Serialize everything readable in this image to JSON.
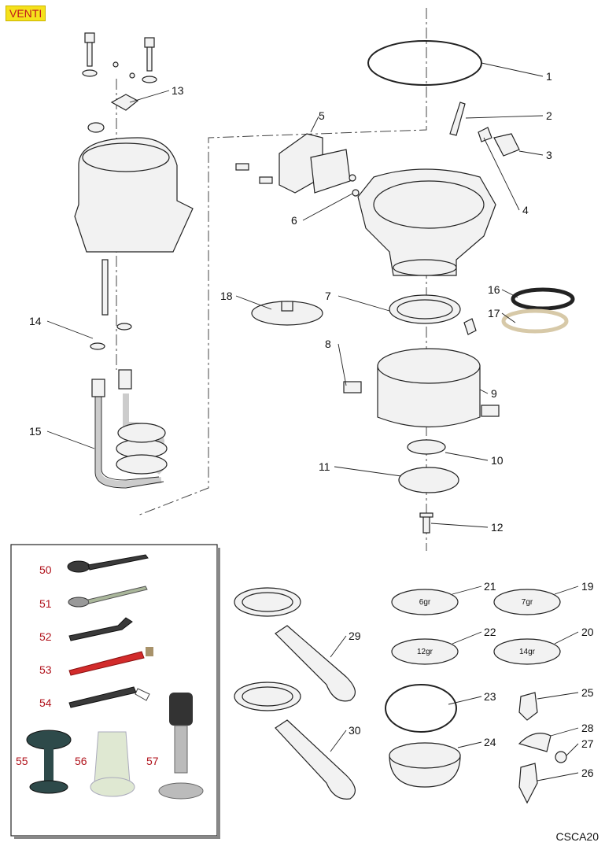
{
  "header": {
    "model": "VENTI"
  },
  "footer": {
    "code": "CSCA20"
  },
  "parts": [
    "1",
    "2",
    "3",
    "4",
    "5",
    "6",
    "7",
    "8",
    "9",
    "10",
    "11",
    "12",
    "13",
    "14",
    "15",
    "16",
    "17",
    "18",
    "19",
    "20",
    "21",
    "22",
    "23",
    "24",
    "25",
    "26",
    "27",
    "28",
    "29",
    "30"
  ],
  "filter_marks": {
    "f6": "6gr",
    "f7": "7gr",
    "f12": "12gr",
    "f14": "14gr"
  },
  "accessories": [
    "50",
    "51",
    "52",
    "53",
    "54",
    "55",
    "56",
    "57"
  ],
  "colors": {
    "accessory_label": "#b0121b",
    "badge_bg": "#f5e11c"
  }
}
